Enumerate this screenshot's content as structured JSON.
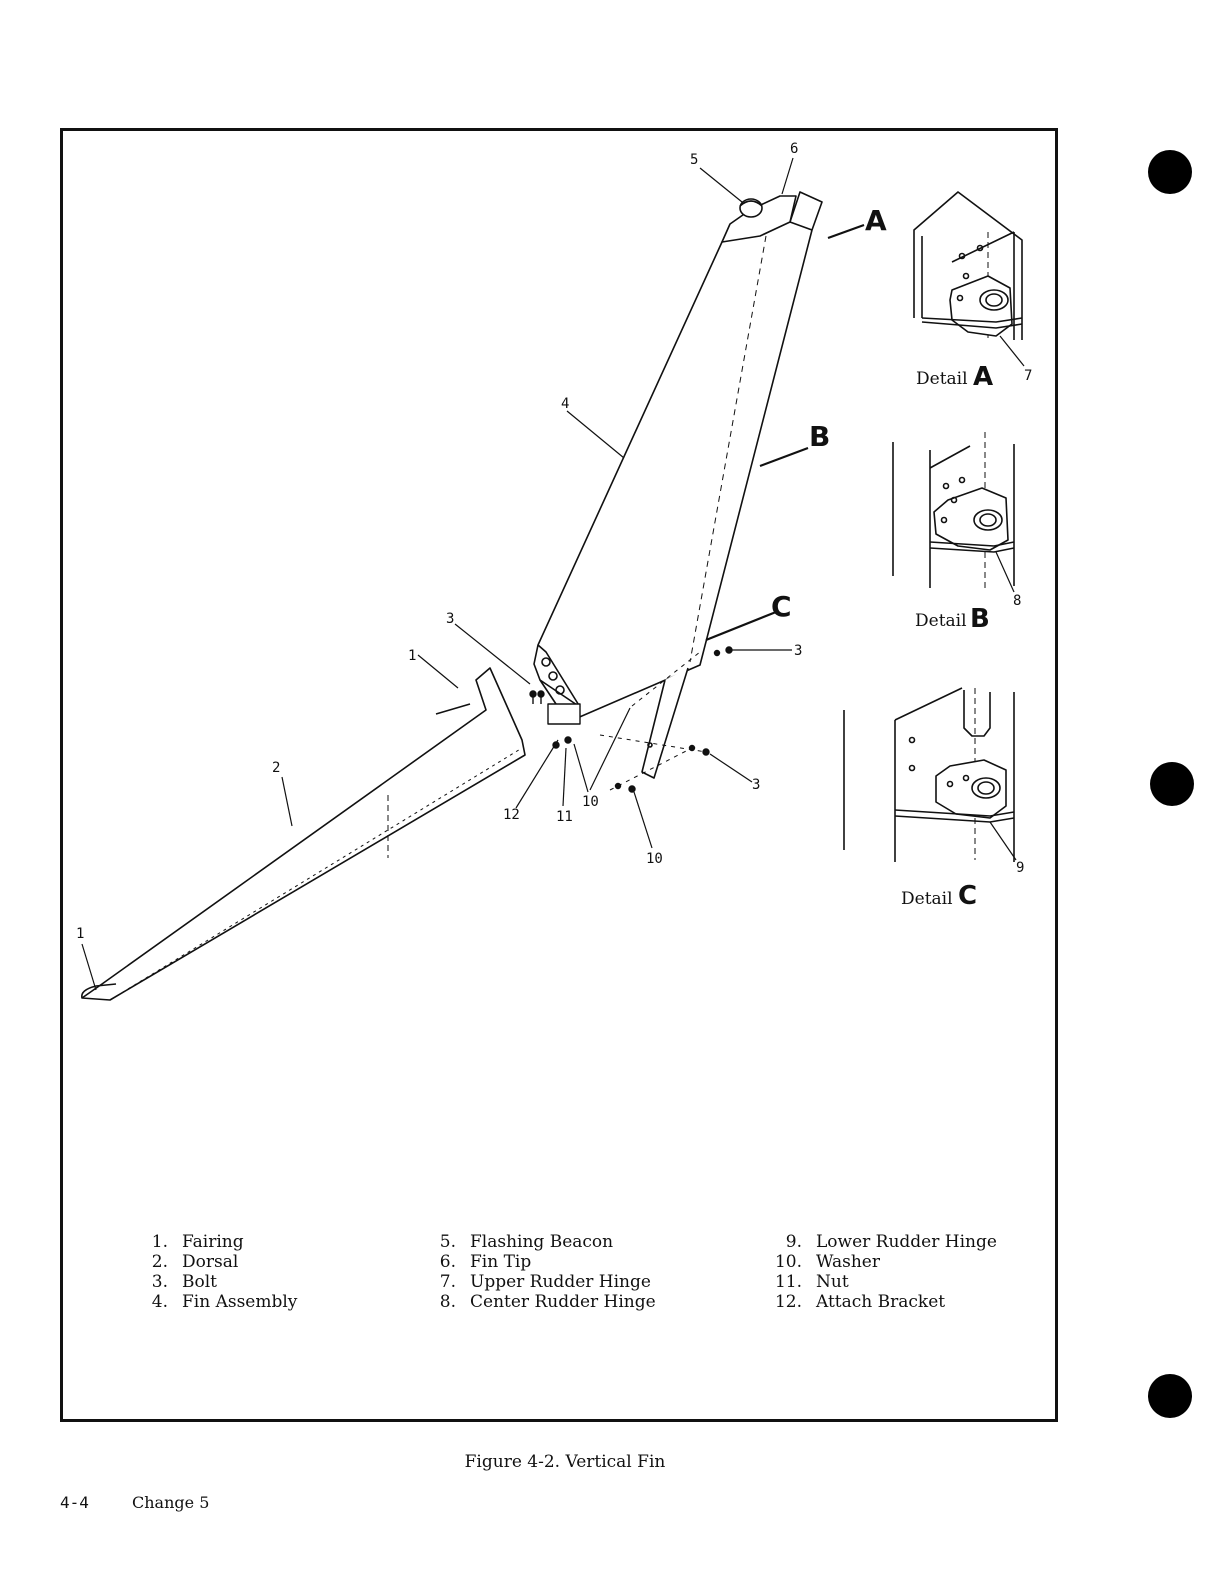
{
  "figure": {
    "title": "Figure 4-2.  Vertical Fin",
    "callouts": {
      "c1a": "1",
      "c1b": "1",
      "c2": "2",
      "c3a": "3",
      "c3b": "3",
      "c3c": "3",
      "c4": "4",
      "c5": "5",
      "c6": "6",
      "c10a": "10",
      "c10b": "10",
      "c11": "11",
      "c12": "12"
    },
    "view_letters": {
      "a": "A",
      "b": "B",
      "c": "C"
    },
    "details": [
      {
        "label": "Detail",
        "letter": "A",
        "callout": "7"
      },
      {
        "label": "Detail",
        "letter": "B",
        "callout": "8"
      },
      {
        "label": "Detail",
        "letter": "C",
        "callout": "9"
      }
    ]
  },
  "legend": {
    "col1": [
      {
        "num": "1.",
        "text": "Fairing"
      },
      {
        "num": "2.",
        "text": "Dorsal"
      },
      {
        "num": "3.",
        "text": "Bolt"
      },
      {
        "num": "4.",
        "text": "Fin Assembly"
      }
    ],
    "col2": [
      {
        "num": "5.",
        "text": "Flashing Beacon"
      },
      {
        "num": "6.",
        "text": "Fin Tip"
      },
      {
        "num": "7.",
        "text": "Upper Rudder Hinge"
      },
      {
        "num": "8.",
        "text": "Center Rudder Hinge"
      }
    ],
    "col3": [
      {
        "num": "9.",
        "text": "Lower Rudder Hinge"
      },
      {
        "num": "10.",
        "text": "Washer"
      },
      {
        "num": "11.",
        "text": "Nut"
      },
      {
        "num": "12.",
        "text": "Attach Bracket"
      }
    ]
  },
  "footer": {
    "page_number": "4-4",
    "change": "Change 5"
  }
}
